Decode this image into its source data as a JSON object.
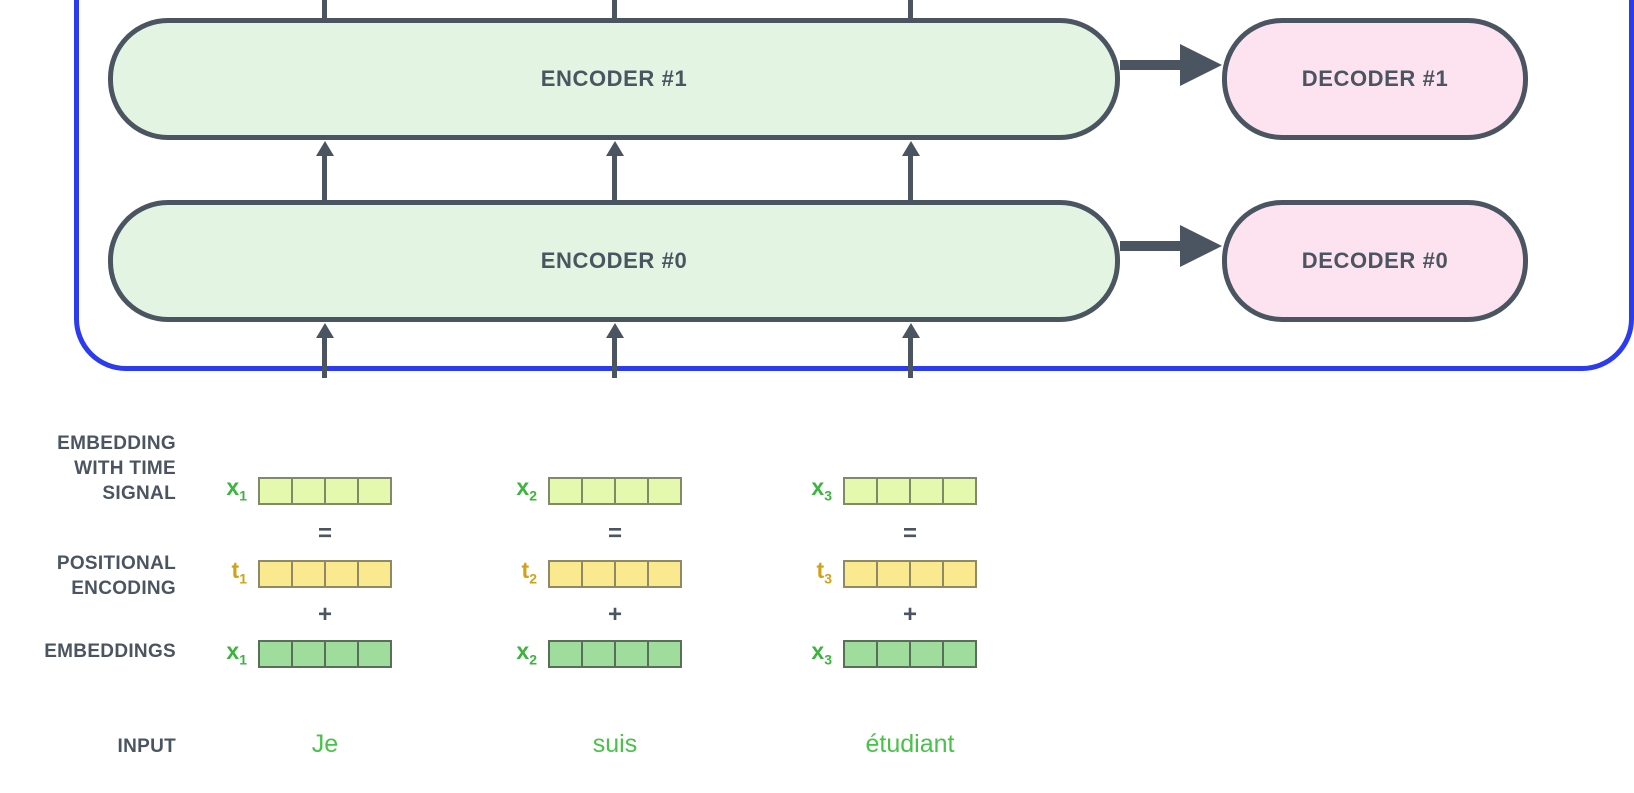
{
  "palette": {
    "stroke_dark": "#4b5561",
    "encoder_fill": "#e3f5e2",
    "decoder_fill": "#fde3ef",
    "frame_blue": "#2b3bf0",
    "time_signal_cell_fill": "#e4f8ae",
    "positional_cell_fill": "#fbe98f",
    "embedding_cell_fill": "#9edd9c",
    "x_label_green": "#3cb53c",
    "t_label_gold": "#d2a019",
    "input_word_green": "#48c248"
  },
  "blocks": {
    "encoder_1": "ENCODER #1",
    "encoder_0": "ENCODER #0",
    "decoder_1": "DECODER #1",
    "decoder_0": "DECODER #0"
  },
  "row_labels": {
    "time_signal_line_1": "EMBEDDING",
    "time_signal_line_2": "WITH TIME",
    "time_signal_line_3": "SIGNAL",
    "positional_line_1": "POSITIONAL",
    "positional_line_2": "ENCODING",
    "embeddings": "EMBEDDINGS",
    "input": "INPUT"
  },
  "operators": {
    "equals": "=",
    "plus": "+"
  },
  "columns": [
    {
      "time_signal_label": "x",
      "time_signal_sub": "1",
      "positional_label": "t",
      "positional_sub": "1",
      "embedding_label": "x",
      "embedding_sub": "1",
      "input_word": "Je"
    },
    {
      "time_signal_label": "x",
      "time_signal_sub": "2",
      "positional_label": "t",
      "positional_sub": "2",
      "embedding_label": "x",
      "embedding_sub": "2",
      "input_word": "suis"
    },
    {
      "time_signal_label": "x",
      "time_signal_sub": "3",
      "positional_label": "t",
      "positional_sub": "3",
      "embedding_label": "x",
      "embedding_sub": "3",
      "input_word": "étudiant"
    }
  ],
  "vector_cells_per_row": 4
}
